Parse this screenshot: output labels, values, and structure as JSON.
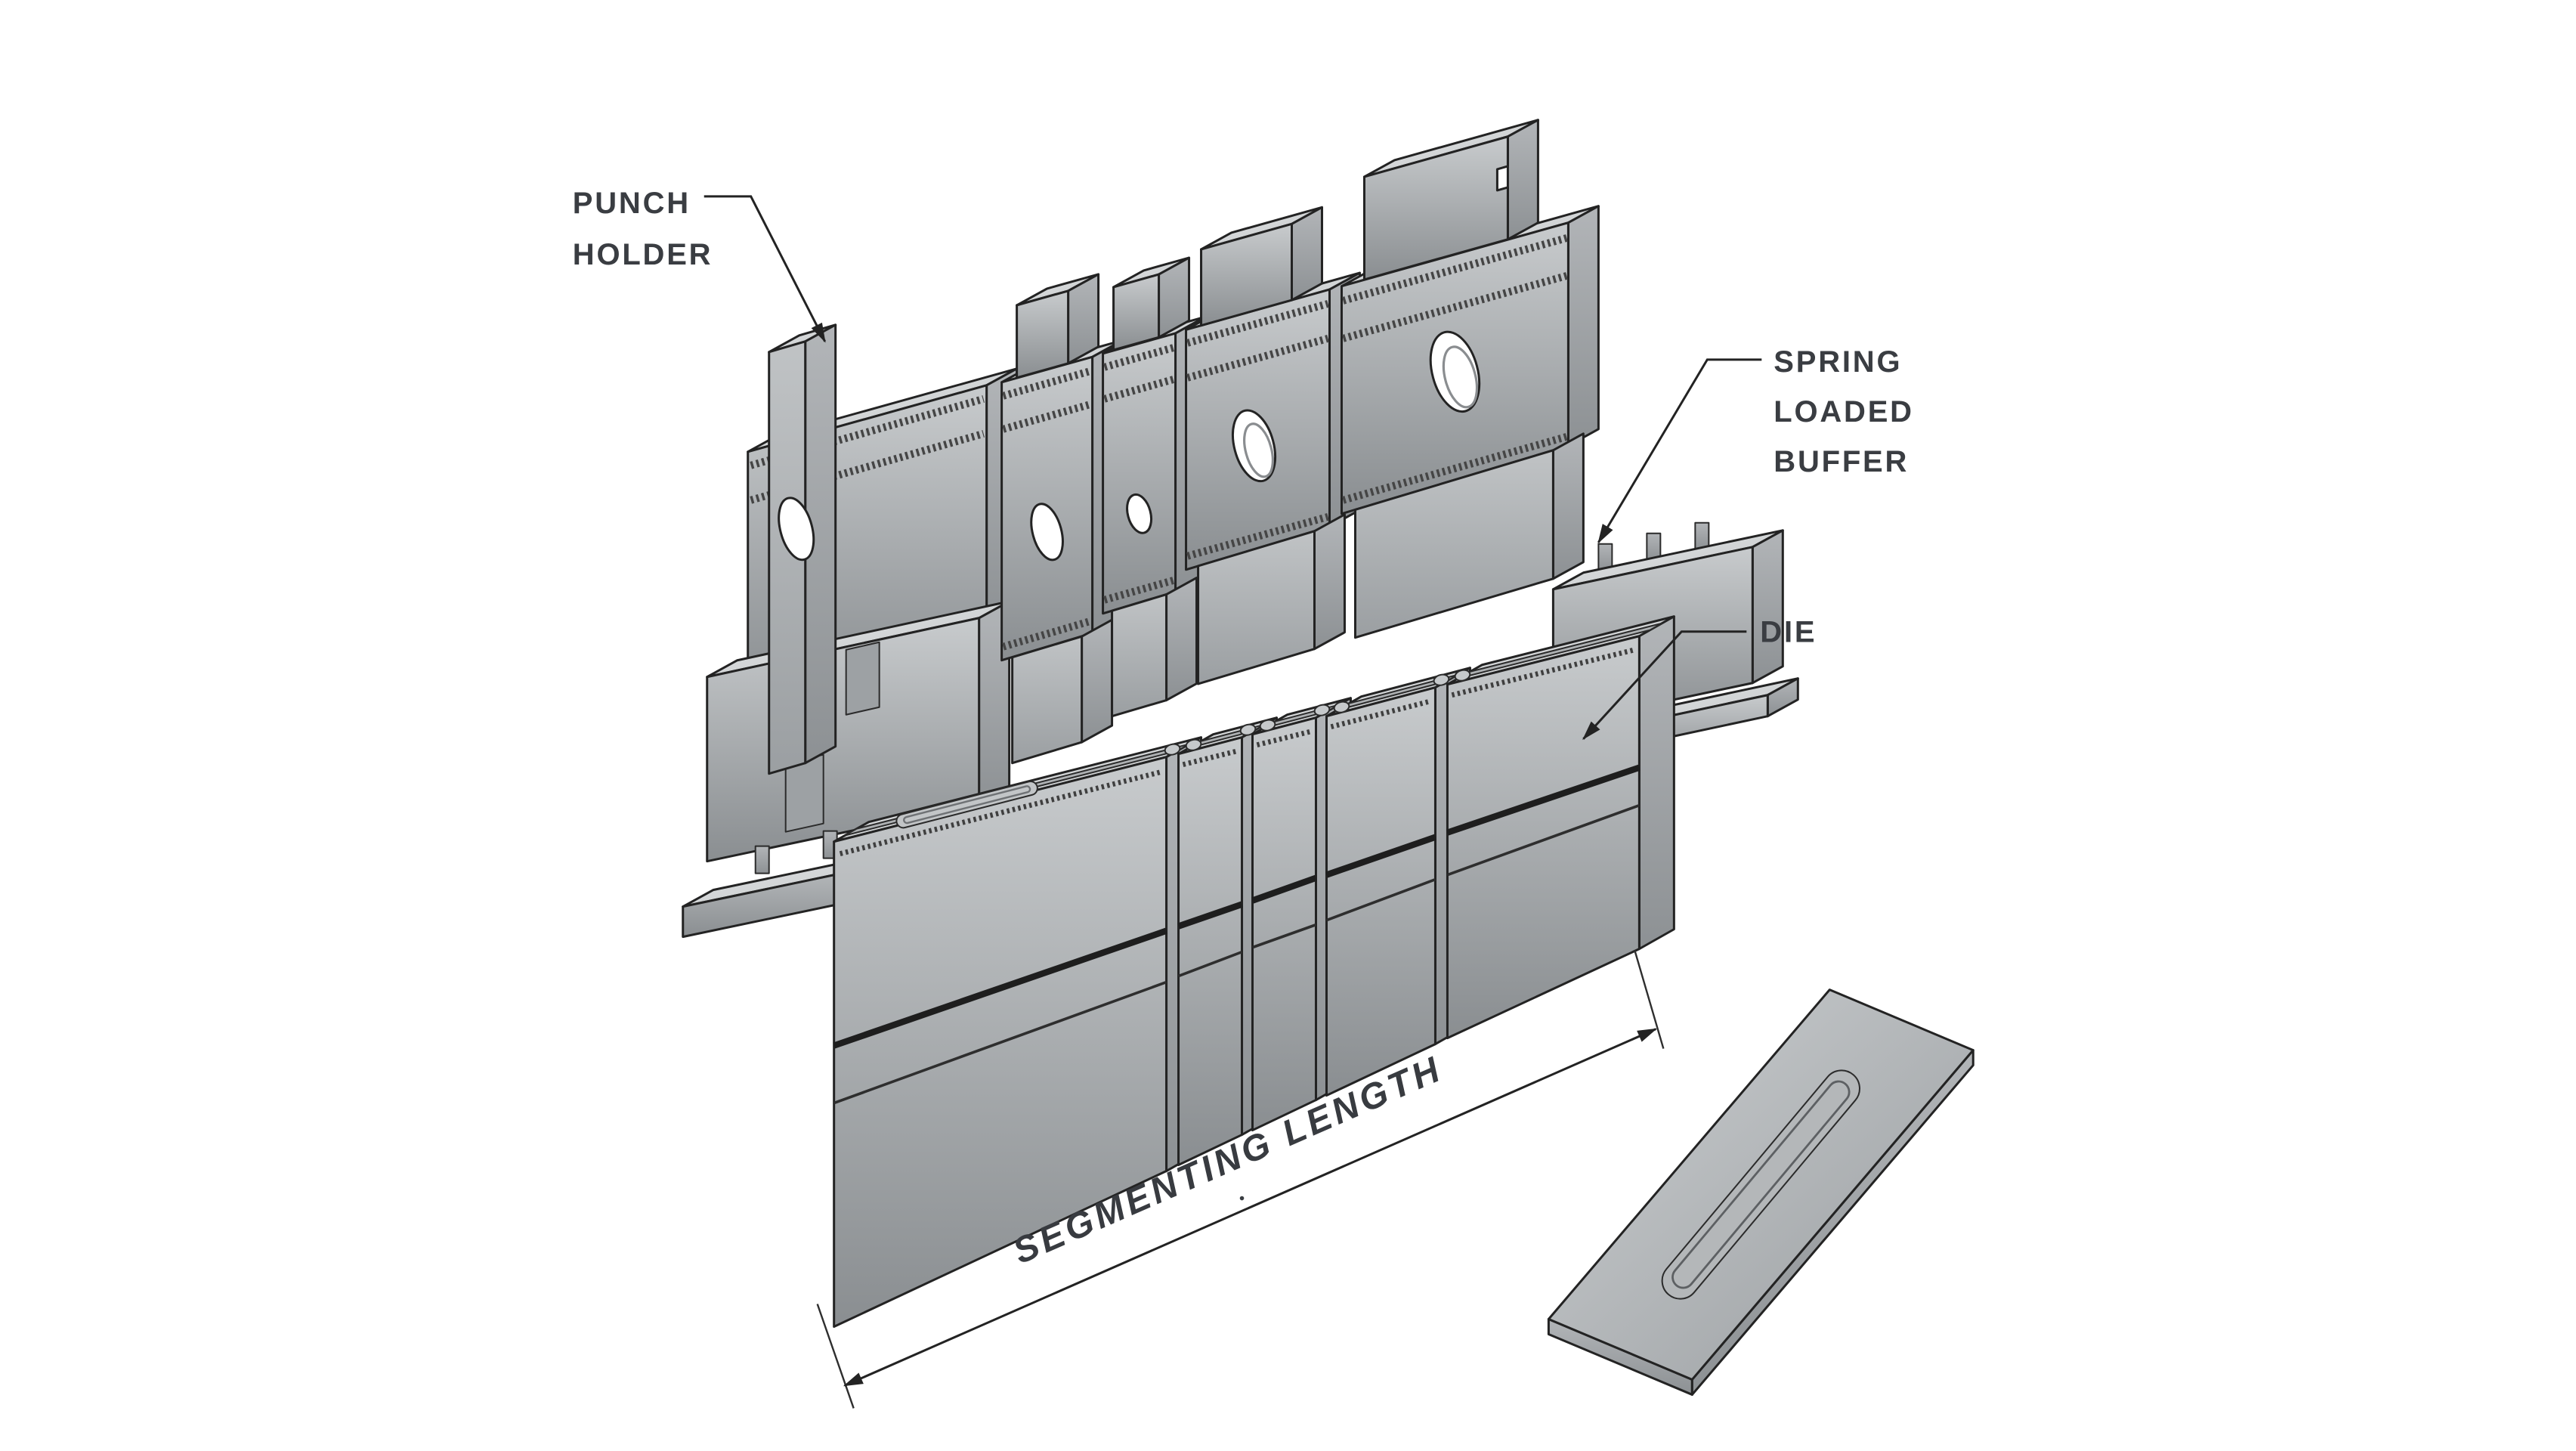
{
  "figure": {
    "background": "#ffffff",
    "labels": {
      "punch_holder": {
        "line1": "PUNCH",
        "line2": "HOLDER"
      },
      "spring_loaded_buffer": {
        "line1": "SPRING",
        "line2": "LOADED",
        "line3": "BUFFER"
      },
      "die": {
        "text": "DIE"
      },
      "segmenting_length": {
        "text": "SEGMENTING LENGTH"
      }
    },
    "colors": {
      "label_text": "#3a3d42",
      "outline": "#232323",
      "metal_top": "#dfe1e2",
      "metal_front_light": "#c6c9cb",
      "metal_front_dark": "#8b8f92",
      "metal_side": "#aeb1b4",
      "hole_fill": "#ffffff"
    },
    "parts": {
      "punch_segments": 5,
      "die_segments": 5,
      "buffers": 2,
      "backing_plates": 1
    }
  }
}
